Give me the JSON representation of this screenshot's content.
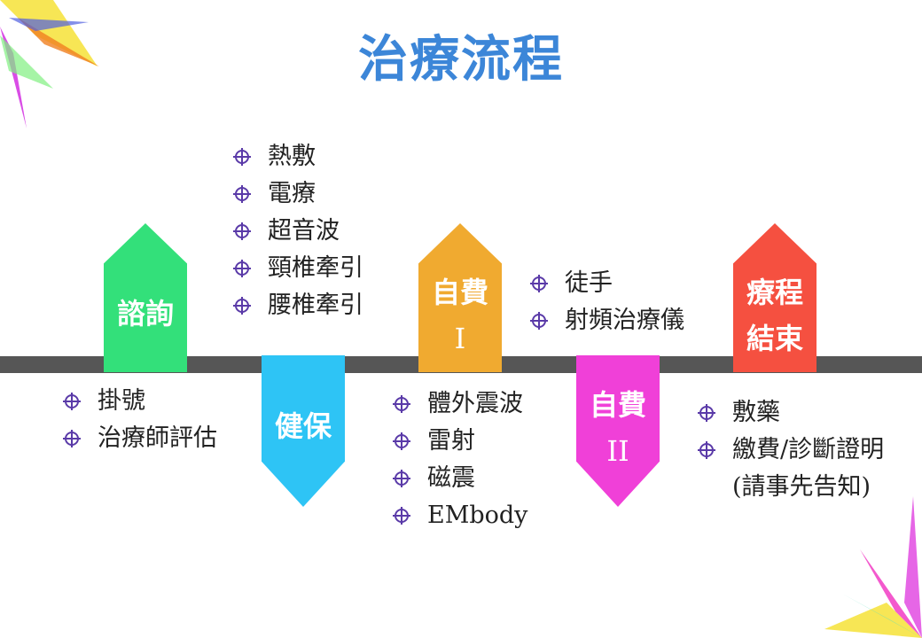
{
  "title": "治療流程",
  "steps": [
    {
      "label_lines": [
        "諮詢"
      ],
      "color": "#33E07A"
    },
    {
      "label_lines": [
        "健保"
      ],
      "color": "#2EC4F5"
    },
    {
      "label_lines": [
        "自費",
        "I"
      ],
      "color": "#F0AA30"
    },
    {
      "label_lines": [
        "自費",
        "II"
      ],
      "color": "#F040D8"
    },
    {
      "label_lines": [
        "療程",
        "結束"
      ],
      "color": "#F55040"
    }
  ],
  "lists": {
    "consult": [
      "掛號",
      "治療師評估"
    ],
    "insurance": [
      "熱敷",
      "電療",
      "超音波",
      "頸椎牽引",
      "腰椎牽引"
    ],
    "self1": [
      "體外震波",
      "雷射",
      "磁震",
      "EMbody"
    ],
    "self2": [
      "徒手",
      "射頻治療儀"
    ],
    "end": [
      "敷藥",
      "繳費/診斷證明(請事先告知)"
    ]
  },
  "bullet_color": "#5A3AA8"
}
